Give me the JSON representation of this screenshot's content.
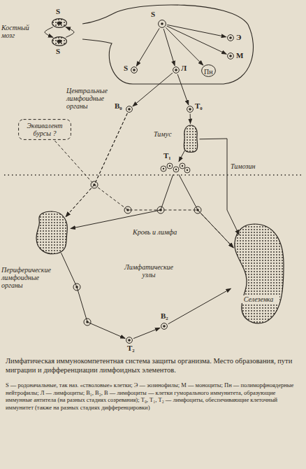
{
  "diagram": {
    "caption": "Лимфатическая иммунокомпетентная система защиты организма. Место образования, пути миграции и дифференциации лимфоидных элементов.",
    "nodes": [
      {
        "text": [
          "S"
        ]
      },
      {
        "text": [
          "S"
        ]
      },
      {
        "text": [
          "S"
        ]
      },
      {
        "text": [
          "Э"
        ]
      },
      {
        "text": [
          "М"
        ]
      },
      {
        "text": [
          "Пн"
        ]
      },
      {
        "text": [
          "S"
        ]
      },
      {
        "text": [
          "Л"
        ]
      },
      {
        "text": [
          "В₀"
        ]
      },
      {
        "text": [
          "Т₀"
        ]
      },
      {
        "text": [
          "Тимус"
        ]
      },
      {
        "text": [
          "Т₁"
        ]
      },
      {
        "text": [
          "Эквивалент бурсы ?"
        ]
      },
      {
        "text": [
          "Лимфатические узлы"
        ]
      },
      {
        "text": [
          "Т₂"
        ]
      },
      {
        "text": [
          "В₂"
        ]
      },
      {
        "text": [
          "Селезенка"
        ]
      }
    ],
    "edges": [
      {
        "from": 0,
        "to": 1,
        "arrow": "to"
      },
      {
        "from": 1,
        "to": 0,
        "arrow": "to"
      },
      {
        "from": 2,
        "to": 3,
        "arrow": "to"
      },
      {
        "from": 2,
        "to": 4,
        "arrow": "to"
      },
      {
        "from": 2,
        "to": 5,
        "arrow": "to"
      },
      {
        "from": 2,
        "to": 6,
        "arrow": "to"
      },
      {
        "from": 2,
        "to": 7,
        "arrow": "to"
      },
      {
        "from": 7,
        "to": 8,
        "arrow": "to"
      },
      {
        "from": 7,
        "to": 9,
        "arrow": "to"
      },
      {
        "from": 9,
        "to": 10,
        "arrow": "to"
      },
      {
        "from": 10,
        "to": 11,
        "arrow": "to"
      },
      {
        "from": 12,
        "to": 13,
        "arrow": "to"
      },
      {
        "from": 8,
        "to": 13,
        "arrow": "to"
      },
      {
        "from": 11,
        "to": 16,
        "arrow": "to"
      },
      {
        "from": 10,
        "to": 16,
        "label": "Тимозин",
        "arrow": "to"
      },
      {
        "from": 13,
        "to": 14,
        "arrow": "to"
      },
      {
        "from": 14,
        "to": 15,
        "arrow": "to"
      },
      {
        "from": 15,
        "to": 16,
        "arrow": "to"
      },
      {
        "from": 11,
        "to": 13,
        "arrow": "to"
      },
      {
        "from": 8,
        "to": 16,
        "arrow": "to"
      }
    ],
    "labels": [
      "Костный мозг",
      "Центральные лимфоидные органы",
      "Кровь и лимфа",
      "Периферические лимфоидные органы",
      "S — родоначальные, так наз. «стволовые» клетки; Э — эозинофилы; М — моноциты; Пн — полиморфноядерные нейтрофилы; Л — лимфоциты; В₁, В₂, В — лимфоциты — клетки гуморального иммунитета, образующие иммунные антитела (на разных стадиях созревания); Т₀, Т₁, Т₂ — лимфоциты, обеспечивающие клеточный иммунитет (также на разных стадиях дифференцировки)"
    ]
  }
}
